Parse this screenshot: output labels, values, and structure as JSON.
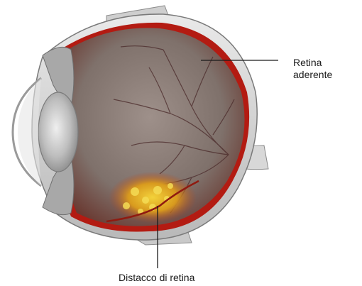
{
  "labels": {
    "attached_retina": {
      "line1": "Retina",
      "line2": "aderente"
    },
    "retinal_detachment": "Distacco di retina"
  },
  "colors": {
    "background": "#ffffff",
    "sclera": "#d9d9d9",
    "retina_rim": "#b31b12",
    "vitreous": "#8a7a74",
    "detachment_glow": "#e0b62a",
    "leader_line": "#1a1a1a"
  }
}
